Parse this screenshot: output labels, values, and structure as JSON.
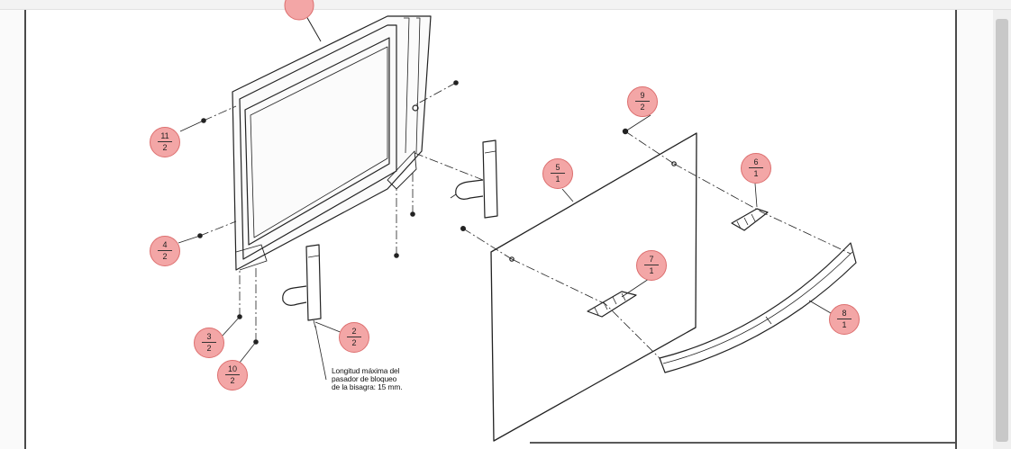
{
  "note": {
    "line1": "Longitud máxima del",
    "line2": "pasador de bloqueo",
    "line3": "de la bisagra: 15 mm."
  },
  "callouts": [
    {
      "id": "11",
      "qty": "2"
    },
    {
      "id": "4",
      "qty": "2"
    },
    {
      "id": "3",
      "qty": "2"
    },
    {
      "id": "10",
      "qty": "2"
    },
    {
      "id": "2",
      "qty": "2"
    },
    {
      "id": "9",
      "qty": "2"
    },
    {
      "id": "5",
      "qty": "1"
    },
    {
      "id": "6",
      "qty": "1"
    },
    {
      "id": "7",
      "qty": "1"
    },
    {
      "id": "8",
      "qty": "1"
    }
  ],
  "colors": {
    "callout_fill": "#f3a6a6",
    "callout_stroke": "#dd6f6f",
    "line": "#222222",
    "frame": "#4a4a4a"
  }
}
